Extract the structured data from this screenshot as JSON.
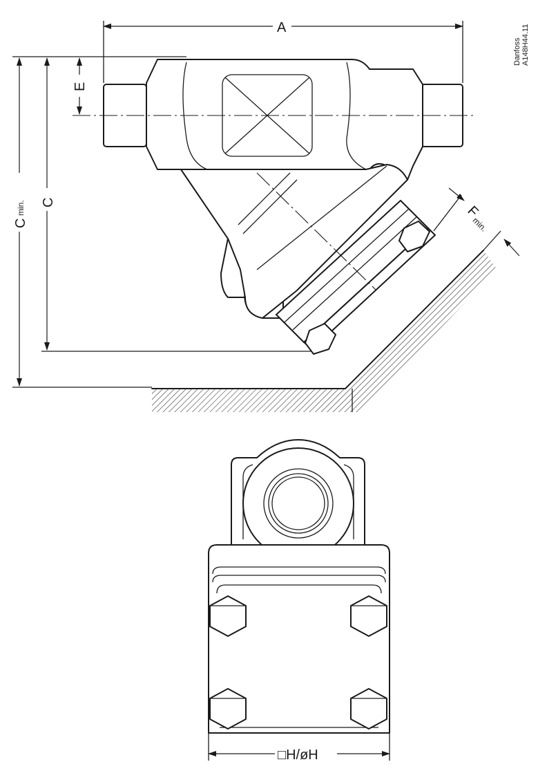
{
  "brand": "Danfoss",
  "drawing_ref": "A148H44.11",
  "dimensions": {
    "a": "A",
    "c": "C",
    "c_min": {
      "letter": "C",
      "sub": "min."
    },
    "e": "E",
    "f_min": {
      "letter": "F",
      "sub": "min."
    },
    "h": "□H/øH"
  }
}
